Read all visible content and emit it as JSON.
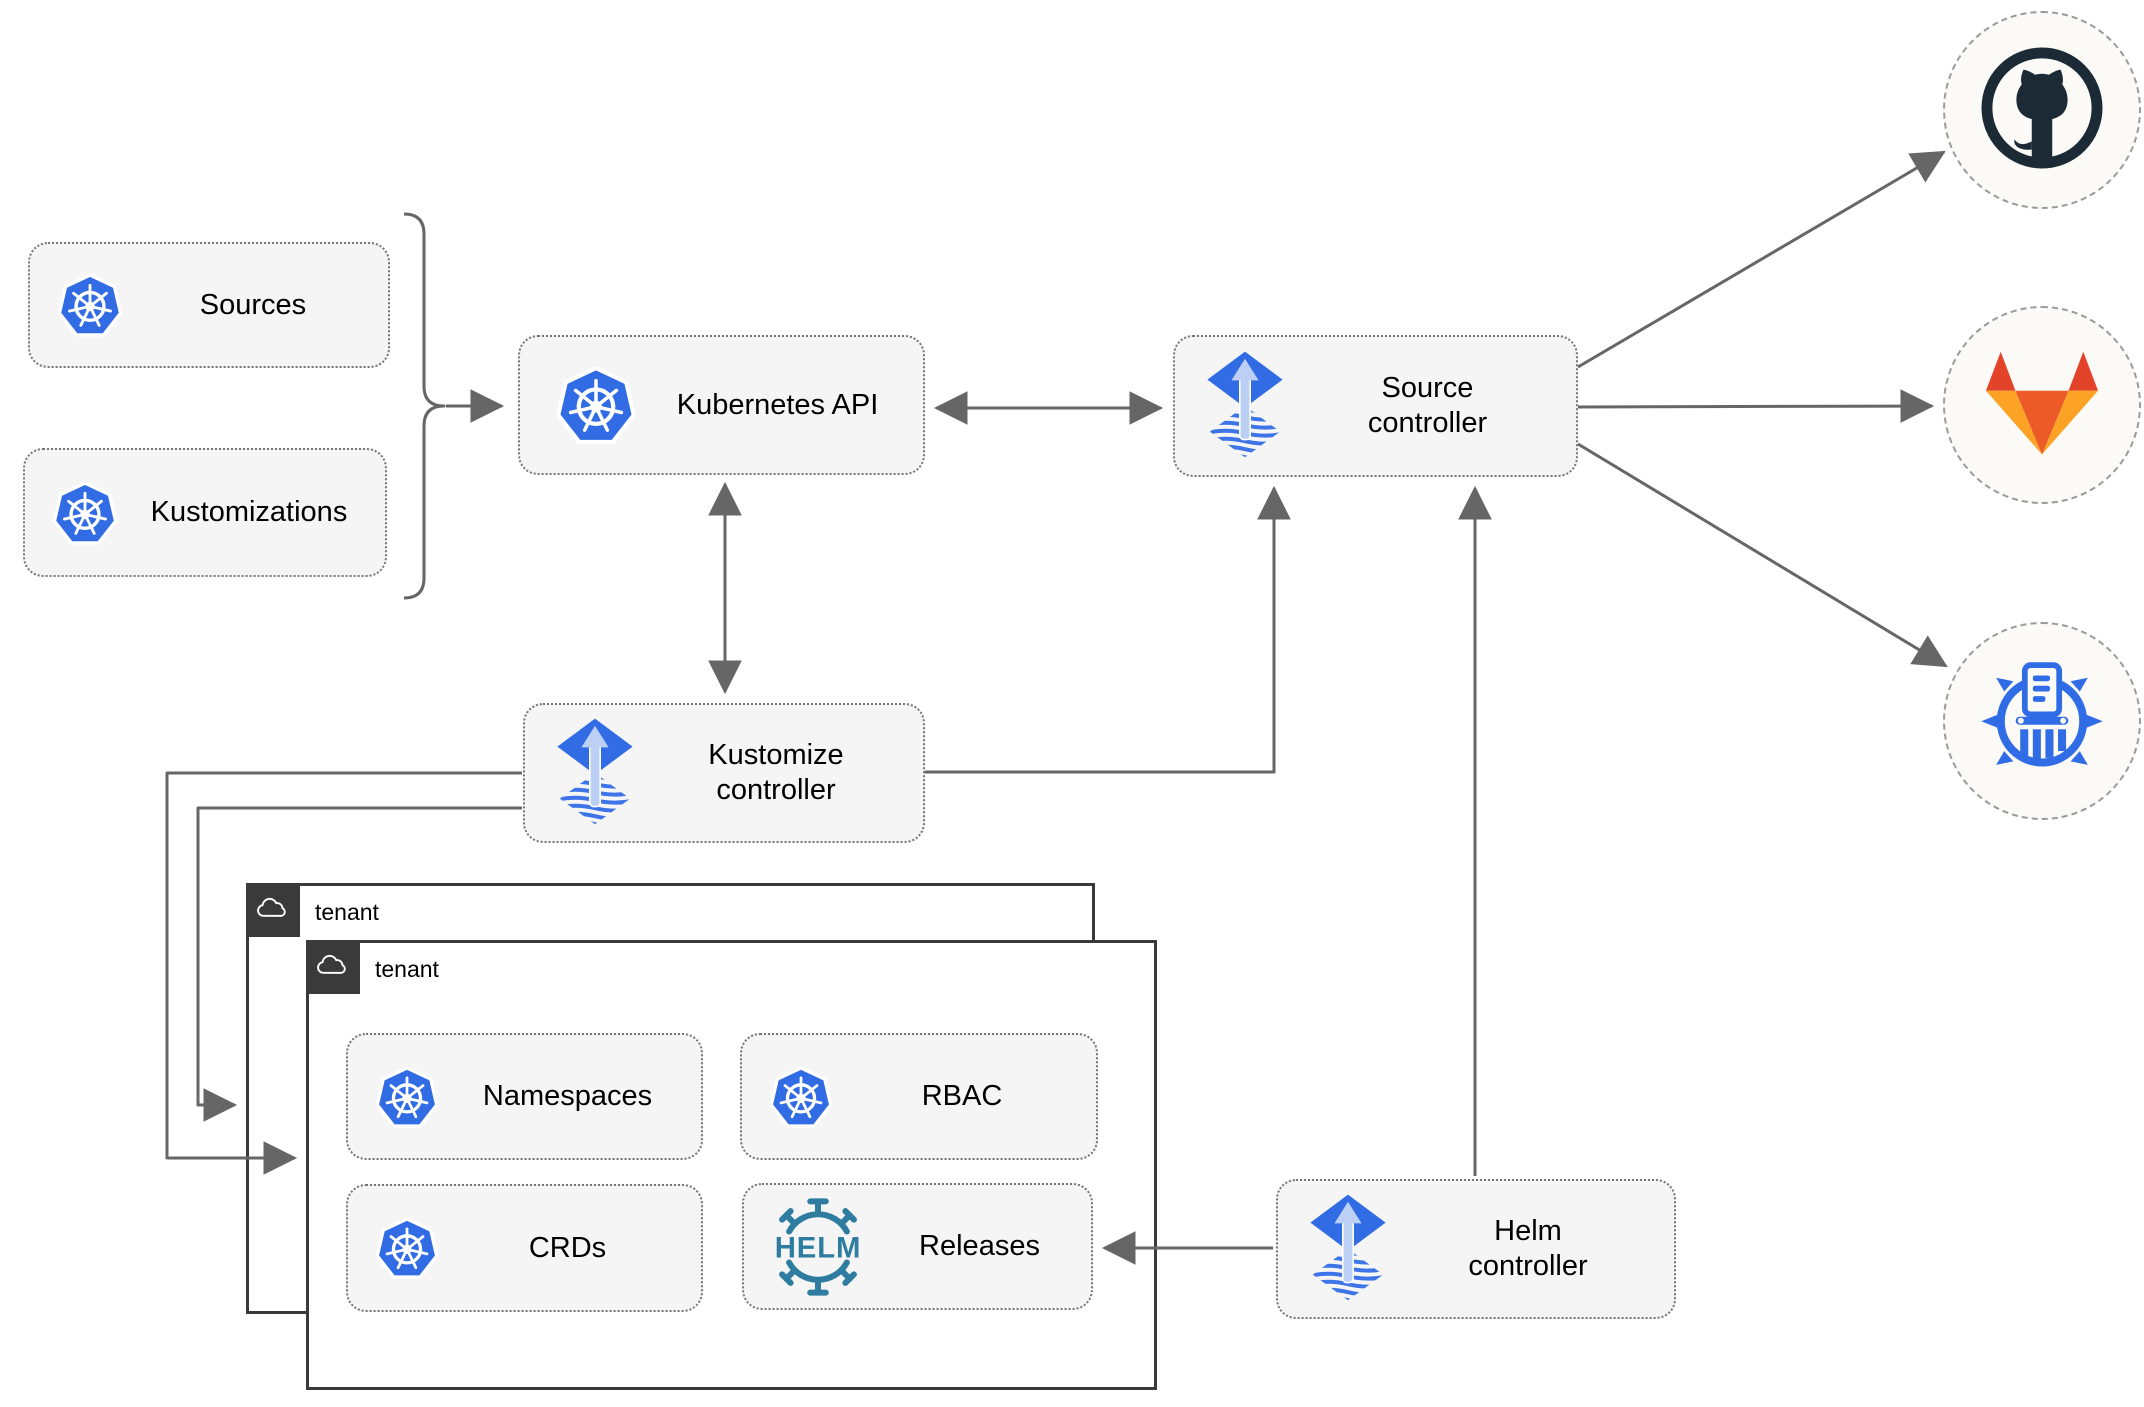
{
  "nodes": {
    "sources": {
      "label": "Sources",
      "icon": "kubernetes-icon"
    },
    "kustomizations": {
      "label": "Kustomizations",
      "icon": "kubernetes-icon"
    },
    "kubernetes_api": {
      "label": "Kubernetes API",
      "icon": "kubernetes-icon"
    },
    "source_controller": {
      "line1": "Source",
      "line2": "controller",
      "icon": "flux-icon"
    },
    "kustomize_controller": {
      "line1": "Kustomize",
      "line2": "controller",
      "icon": "flux-icon"
    },
    "helm_controller": {
      "line1": "Helm",
      "line2": "controller",
      "icon": "flux-icon"
    },
    "namespaces": {
      "label": "Namespaces",
      "icon": "kubernetes-icon"
    },
    "rbac": {
      "label": "RBAC",
      "icon": "kubernetes-icon"
    },
    "crds": {
      "label": "CRDs",
      "icon": "kubernetes-icon"
    },
    "releases": {
      "label": "Releases",
      "icon": "helm-icon",
      "helm_logo_text": "HELM"
    }
  },
  "tenants": {
    "back": {
      "label": "tenant",
      "icon": "cloud-icon"
    },
    "front": {
      "label": "tenant",
      "icon": "cloud-icon"
    }
  },
  "endpoints": {
    "github": {
      "icon": "github-icon"
    },
    "gitlab": {
      "icon": "gitlab-icon"
    },
    "registry": {
      "icon": "harbor-registry-icon"
    }
  },
  "colors": {
    "kubernetes_blue": "#326CE5",
    "flux_blue": "#316CE4",
    "flux_arrow_light": "#BCCFF5",
    "helm_teal": "#2E7C9F",
    "github_dark": "#1B2A34",
    "gitlab_red": "#E24329",
    "gitlab_orange": "#EC5A28",
    "gitlab_light_orange": "#FCA326",
    "harbor_blue": "#2F6CE5",
    "connector_gray": "#666666",
    "node_fill": "#F5F5F5",
    "tenant_tab_dark": "#3A3A3A"
  }
}
